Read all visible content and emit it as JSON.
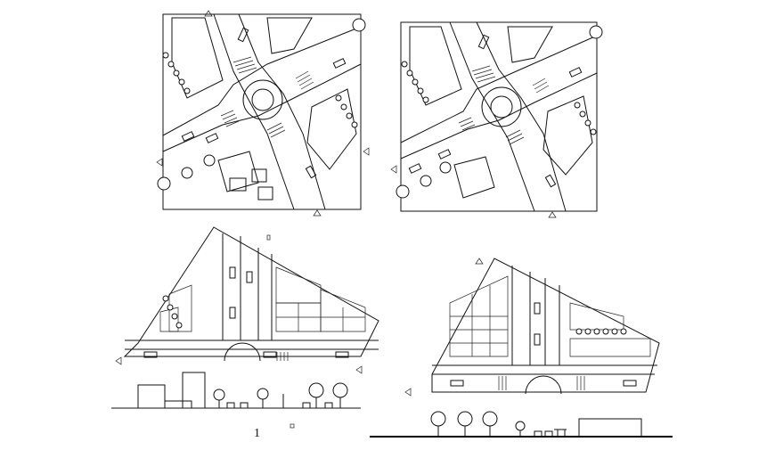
{
  "drawing": {
    "background": "#ffffff",
    "line_color": "#111111",
    "panels": [
      {
        "id": "plan-top-left",
        "kind": "square-intersection-plan"
      },
      {
        "id": "plan-top-right",
        "kind": "square-intersection-plan"
      },
      {
        "id": "plan-bottom-left",
        "kind": "triangular-site-plan"
      },
      {
        "id": "plan-bottom-right",
        "kind": "triangular-site-plan"
      }
    ],
    "elevations": [
      {
        "id": "elevation-left"
      },
      {
        "id": "elevation-right"
      }
    ],
    "sheet_label": "1"
  }
}
